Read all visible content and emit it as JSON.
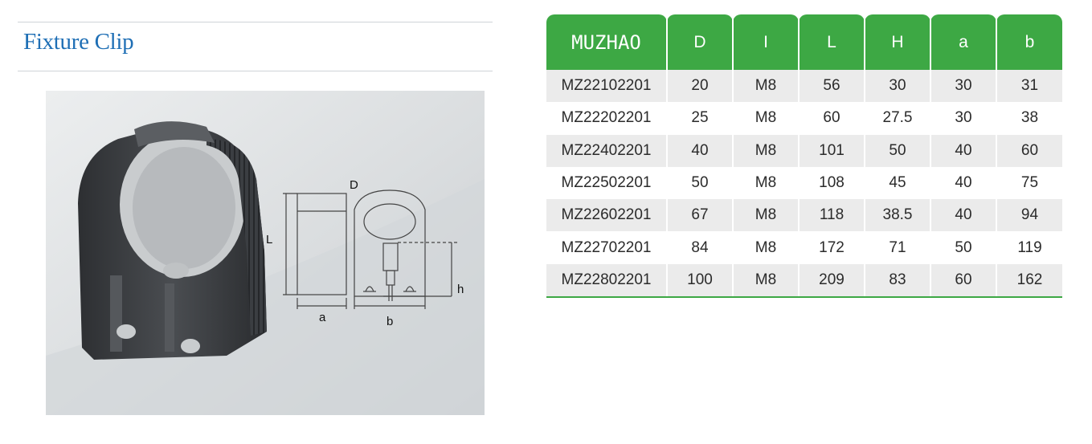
{
  "section": {
    "title": "Fixture Clip"
  },
  "drawing_labels": {
    "D": "D",
    "L": "L",
    "a": "a",
    "b": "b",
    "h": "h"
  },
  "spec_table": {
    "headers": [
      "MUZHAO",
      "D",
      "I",
      "L",
      "H",
      "a",
      "b"
    ],
    "rows": [
      [
        "MZ22102201",
        "20",
        "M8",
        "56",
        "30",
        "30",
        "31"
      ],
      [
        "MZ22202201",
        "25",
        "M8",
        "60",
        "27.5",
        "30",
        "38"
      ],
      [
        "MZ22402201",
        "40",
        "M8",
        "101",
        "50",
        "40",
        "60"
      ],
      [
        "MZ22502201",
        "50",
        "M8",
        "108",
        "45",
        "40",
        "75"
      ],
      [
        "MZ22602201",
        "67",
        "M8",
        "118",
        "38.5",
        "40",
        "94"
      ],
      [
        "MZ22702201",
        "84",
        "M8",
        "172",
        "71",
        "50",
        "119"
      ],
      [
        "MZ22802201",
        "100",
        "M8",
        "209",
        "83",
        "60",
        "162"
      ]
    ]
  },
  "colors": {
    "header_green": "#3da844",
    "title_blue": "#1f6fb5",
    "row_shade": "#ebebeb"
  }
}
